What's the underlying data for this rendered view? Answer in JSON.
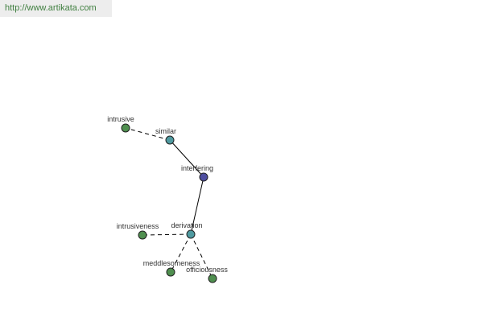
{
  "header": {
    "url": "http://www.artikata.com"
  },
  "graph": {
    "colors": {
      "root": "#4f4fa0",
      "relation": "#4f9aa0",
      "leaf": "#4f8f4f",
      "outline": "#222222",
      "edge": "#000000"
    },
    "nodes": [
      {
        "id": "intrusive",
        "label": "intrusive",
        "kind": "leaf"
      },
      {
        "id": "similar",
        "label": "similar",
        "kind": "relation"
      },
      {
        "id": "interfering",
        "label": "interfering",
        "kind": "root"
      },
      {
        "id": "derivation",
        "label": "derivation",
        "kind": "relation"
      },
      {
        "id": "intrusiveness",
        "label": "intrusiveness",
        "kind": "leaf"
      },
      {
        "id": "meddlesomeness",
        "label": "meddlesomeness",
        "kind": "leaf"
      },
      {
        "id": "officiousness",
        "label": "officiousness",
        "kind": "leaf"
      }
    ],
    "edges": [
      {
        "from": "similar",
        "to": "intrusive",
        "style": "dashed"
      },
      {
        "from": "interfering",
        "to": "similar",
        "style": "solid"
      },
      {
        "from": "interfering",
        "to": "derivation",
        "style": "solid"
      },
      {
        "from": "derivation",
        "to": "intrusiveness",
        "style": "dashed"
      },
      {
        "from": "derivation",
        "to": "meddlesomeness",
        "style": "dashed"
      },
      {
        "from": "derivation",
        "to": "officiousness",
        "style": "dashed"
      }
    ]
  }
}
